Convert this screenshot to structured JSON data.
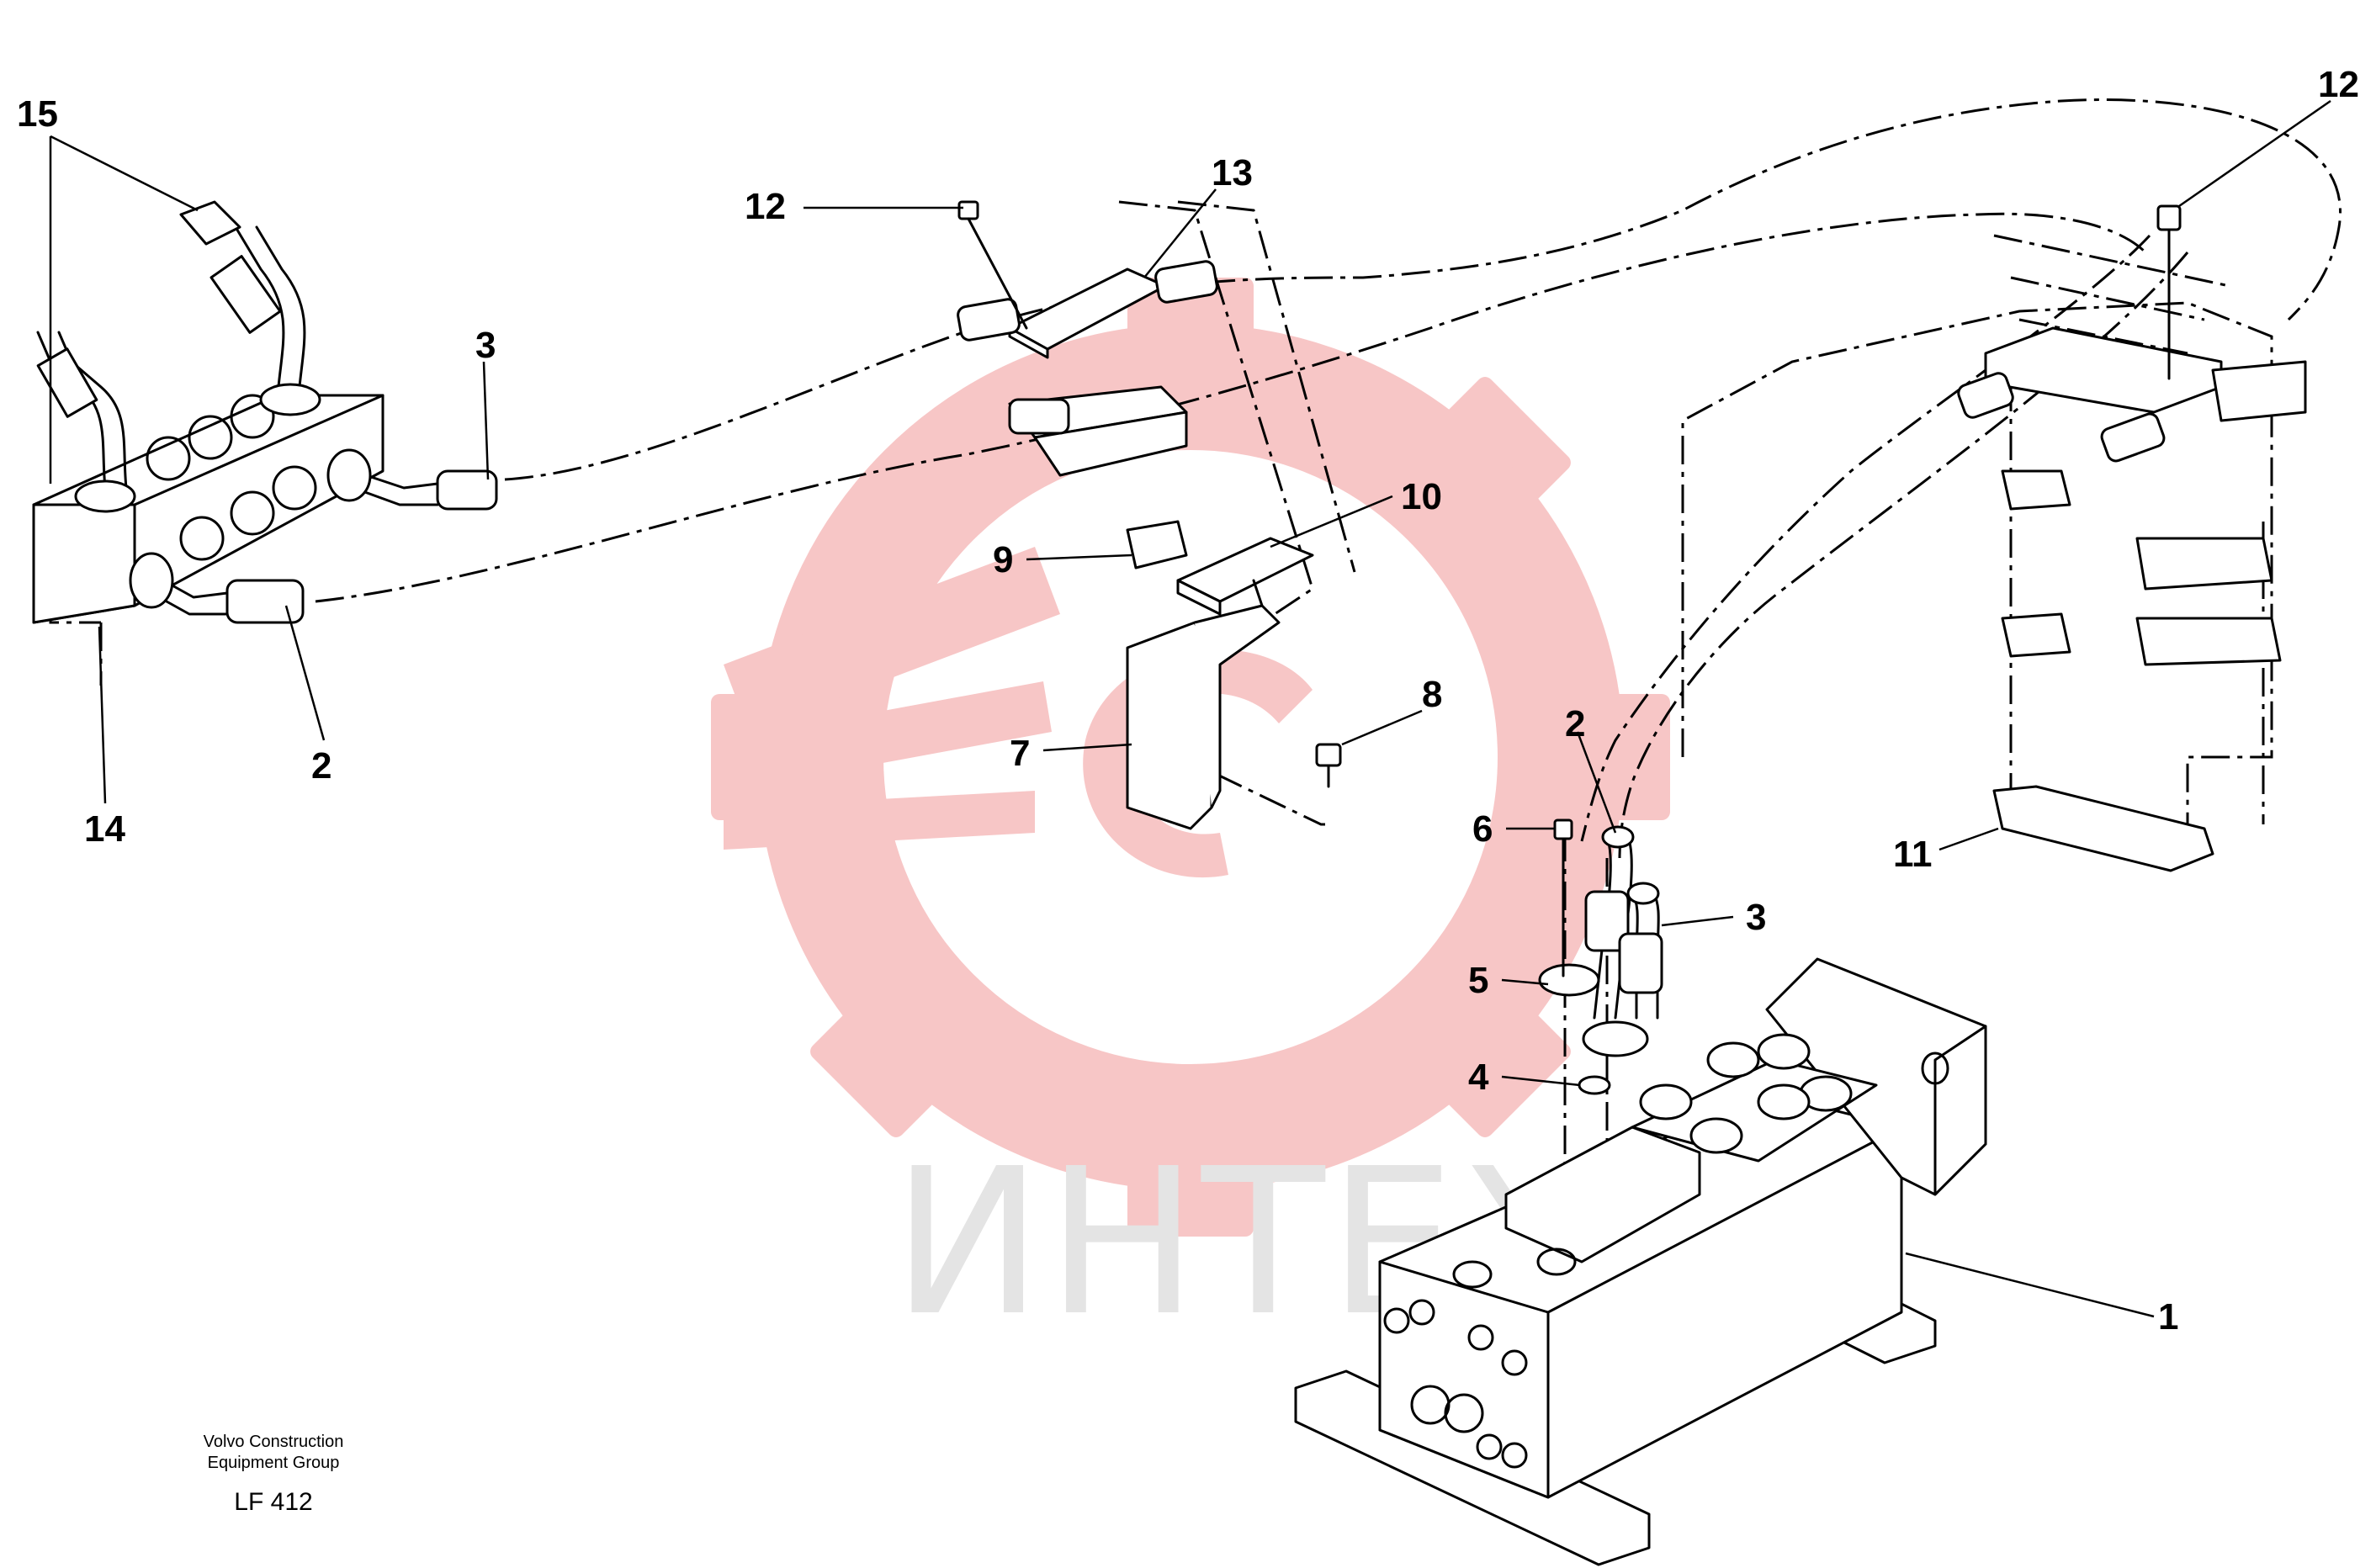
{
  "watermark": {
    "text": "ИНТЕХ",
    "gear_color": "#f7c6c6",
    "text_color": "#e4e4e4"
  },
  "footer": {
    "line1": "Volvo Construction",
    "line2": "Equipment Group",
    "code": "LF 412"
  },
  "callouts": {
    "c1": "1",
    "c2a": "2",
    "c2b": "2",
    "c3a": "3",
    "c3b": "3",
    "c4": "4",
    "c5": "5",
    "c6": "6",
    "c7": "7",
    "c8": "8",
    "c9": "9",
    "c10": "10",
    "c11": "11",
    "c12a": "12",
    "c12b": "12",
    "c13": "13",
    "c14": "14",
    "c15": "15"
  }
}
